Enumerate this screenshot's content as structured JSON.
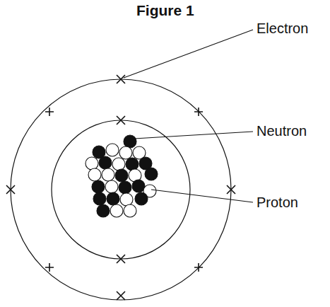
{
  "diagram": {
    "title": "Figure 1",
    "labels": [
      "Electron",
      "Neutron",
      "Proton"
    ]
  }
}
